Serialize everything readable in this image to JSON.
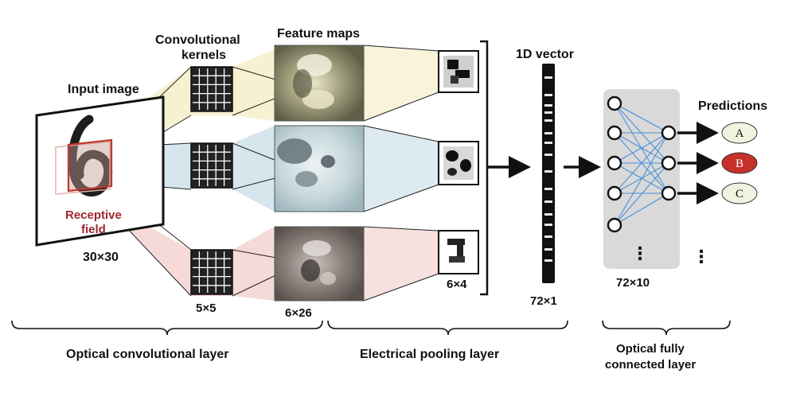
{
  "labels": {
    "input_image": "Input image",
    "input_size": "30×30",
    "receptive": "Receptive",
    "field": "field",
    "kernels_line1": "Convolutional",
    "kernels_line2": "kernels",
    "kernel_size": "5×5",
    "feature_maps": "Feature maps",
    "feature_size": "6×26",
    "pooled_size": "6×4",
    "vector_title": "1D vector",
    "vector_size": "72×1",
    "fc_size": "72×10",
    "predictions": "Predictions",
    "dots": "⋮"
  },
  "sections": {
    "conv": "Optical convolutional layer",
    "pool": "Electrical pooling layer",
    "fc_line1": "Optical fully",
    "fc_line2": "connected layer"
  },
  "predictions": [
    {
      "label": "A",
      "fill": "#eef4df",
      "text_color": "#111111"
    },
    {
      "label": "B",
      "fill": "#c8302c",
      "text_color": "#ffffff"
    },
    {
      "label": "C",
      "fill": "#eef4df",
      "text_color": "#111111"
    }
  ],
  "colors": {
    "beam_yellow": "#f5eec9",
    "beam_blue": "#cfe2ea",
    "beam_pink": "#f3d3d1",
    "receptive_red": "#c0392b",
    "fc_panel": "#d9d9d9",
    "fc_wire": "#4a90d9",
    "kernel_dark": "#222222",
    "feature_1": "#6f6e52",
    "feature_2": "#b9ccd2",
    "feature_3": "#6d6360"
  }
}
